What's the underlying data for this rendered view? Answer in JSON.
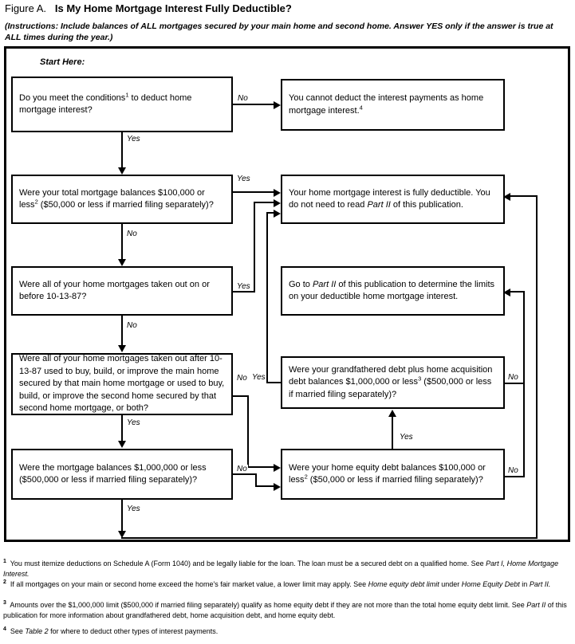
{
  "figure": {
    "label": "Figure A.",
    "title": "Is My Home Mortgage Interest Fully Deductible?",
    "instructions": "(Instructions: Include balances of ALL mortgages secured by your main home and second home. Answer YES only if the answer is true at ALL times during the year.)",
    "start_label": "Start Here:"
  },
  "boxes": {
    "q1": "Do you meet the conditions1 to deduct home mortgage interest?",
    "r1": "You cannot deduct the interest payments as home mortgage interest.4",
    "q2": "Were your total mortgage balances $100,000 or less2 ($50,000 or less if married filing separately)?",
    "r2": "Your home mortgage interest is fully deductible. You do not need to read Part II of this publication.",
    "q3": "Were all of your home mortgages taken out on or before 10-13-87?",
    "r3": "Go to Part II of this publication to determine the limits on your deductible home mortgage interest.",
    "q4": "Were all of your home mortgages taken out after 10-13-87 used to buy, build, or improve the main home secured by that main home mortgage or used to buy, build, or improve the second home secured by that second home mortgage, or both?",
    "q5": "Were your grandfathered debt plus home acquisition debt balances $1,000,000 or less3 ($500,000 or less if married filing separately)?",
    "q6": "Were the mortgage balances $1,000,000 or less ($500,000 or less if married filing separately)?",
    "q7": "Were your home equity debt balances $100,000 or less2 ($50,000 or less if married filing separately)?"
  },
  "edge_labels": {
    "q1_no": "No",
    "q1_yes": "Yes",
    "q2_yes": "Yes",
    "q2_no": "No",
    "q3_yes": "Yes",
    "q3_no": "No",
    "q4_no": "No",
    "q4_yes_right": "Yes",
    "q4_yes_down": "Yes",
    "q5_no": "No",
    "q5_yes": "Yes",
    "q6_no": "No",
    "q6_yes": "Yes",
    "q7_no": "No"
  },
  "footnotes": [
    {
      "marker": "1",
      "text": "You must itemize deductions on Schedule A (Form 1040) and be legally liable for the loan. The loan must be a secured debt on a qualified home. See Part I, Home Mortgage Interest."
    },
    {
      "marker": "2",
      "text": "If all mortgages on your main or second home exceed the home's fair market value, a lower limit may apply. See Home equity debt limit under Home Equity Debt in Part II."
    },
    {
      "marker": "3",
      "text": "Amounts over the $1,000,000 limit ($500,000 if married filing separately) qualify as home equity debt if they are not more than the total home equity debt limit. See Part II of this publication for more information about grandfathered debt, home acquisition debt, and home equity debt."
    },
    {
      "marker": "4",
      "text": "See Table 2 for where to deduct other types of interest payments."
    }
  ]
}
